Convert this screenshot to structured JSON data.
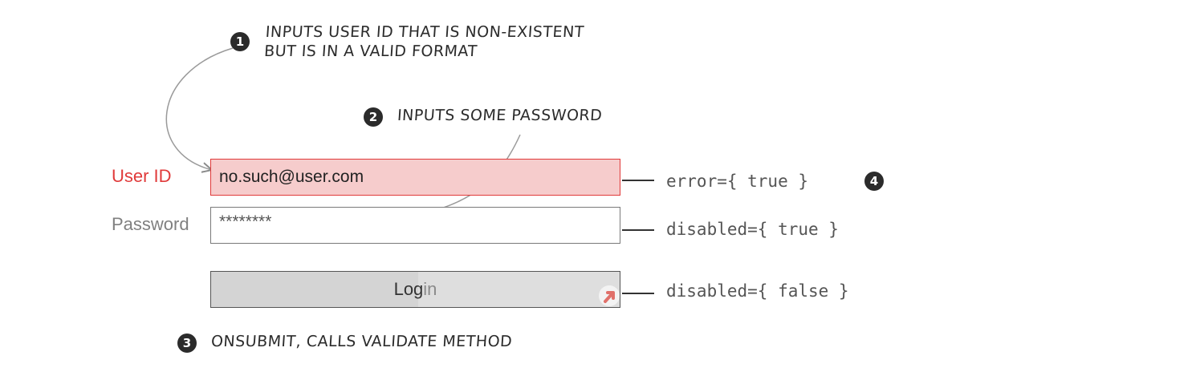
{
  "annotations": [
    {
      "number": "1",
      "lines": [
        "Inputs user ID that is non-existent",
        "but is in a valid format"
      ]
    },
    {
      "number": "2",
      "text": "Inputs some password"
    },
    {
      "number": "3",
      "text": "onSubmit, calls validate method"
    },
    {
      "number": "4"
    }
  ],
  "form": {
    "user_id": {
      "label": "User ID",
      "value": "no.such@user.com",
      "state": "error"
    },
    "password": {
      "label": "Password",
      "value": "********"
    },
    "submit": {
      "label_dark": "Log",
      "label_light": "in"
    }
  },
  "props": {
    "user_id": "error={ true }",
    "password": "disabled={ true }",
    "submit": "disabled={ false }"
  },
  "colors": {
    "error": "#e03a3a",
    "error_fill": "#f6cccc",
    "label_gray": "#808080",
    "badge": "#2b2b2b",
    "button_fill": "#dedede"
  },
  "icons": [
    "pointer-cursor-icon",
    "curved-arrow"
  ]
}
